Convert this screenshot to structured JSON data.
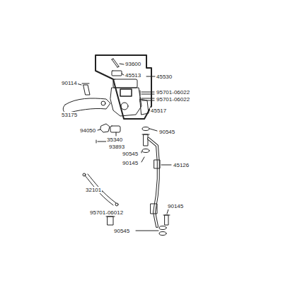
{
  "diagram": {
    "labels": [
      "93600",
      "45513",
      "45530",
      "95701-06022",
      "95701-06022",
      "90114",
      "45517",
      "53175",
      "94050",
      "90545",
      "35340",
      "93893",
      "90545",
      "90145",
      "45126",
      "32101",
      "95701-06012",
      "90145",
      "90545"
    ]
  }
}
